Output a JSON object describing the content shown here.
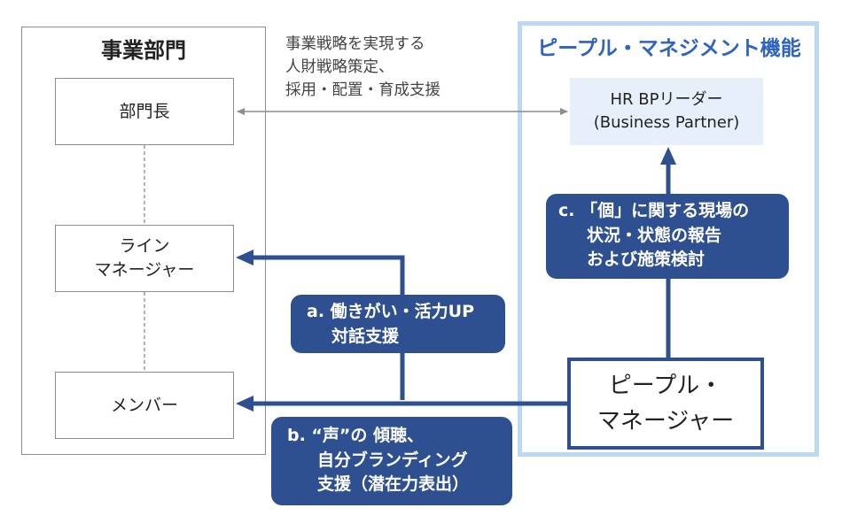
{
  "department": {
    "title": "事業部門",
    "head": "部門長",
    "line_manager": [
      "ライン",
      "マネージャー"
    ],
    "member": "メンバー"
  },
  "people_management": {
    "title": "ピープル・マネジメント機能",
    "hrbp": [
      "HR BPリーダー",
      "(Business Partner)"
    ],
    "people_manager": [
      "ピープル・",
      "マネージャー"
    ]
  },
  "strategy_note": [
    "事業戦略を実現する",
    "人財戦略策定、",
    "採用・配置・育成支援"
  ],
  "callouts": {
    "a": [
      "a. 働きがい・活力UP",
      "対話支援"
    ],
    "b": [
      "b. “声”の 傾聴、",
      "自分ブランディング",
      "支援（潜在力表出）"
    ],
    "c": [
      "c. 「個」に関する現場の",
      "状況・状態の報告",
      "および施策検討"
    ]
  },
  "colors": {
    "arrow_blue": "#2e5090",
    "frame_light_blue": "#bcd9f3",
    "hrbp_fill": "#e7f0fa",
    "title_blue": "#2f63c2",
    "gray_line": "#8c8c8c"
  }
}
